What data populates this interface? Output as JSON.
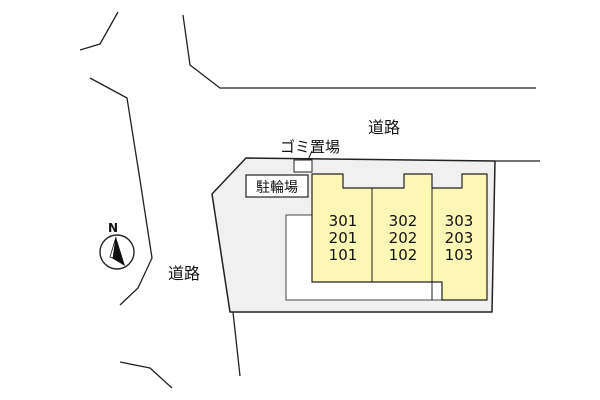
{
  "labels": {
    "road_top": "道路",
    "road_left": "道路",
    "garbage": "ゴミ置場",
    "bicycle_parking": "駐輪場",
    "compass": "N"
  },
  "units": [
    {
      "floor3": "301",
      "floor2": "201",
      "floor1": "101"
    },
    {
      "floor3": "302",
      "floor2": "202",
      "floor1": "102"
    },
    {
      "floor3": "303",
      "floor2": "203",
      "floor1": "103"
    }
  ],
  "colors": {
    "lot": "#f0f0f0",
    "building": "#fdf7b6",
    "line": "#222222"
  }
}
